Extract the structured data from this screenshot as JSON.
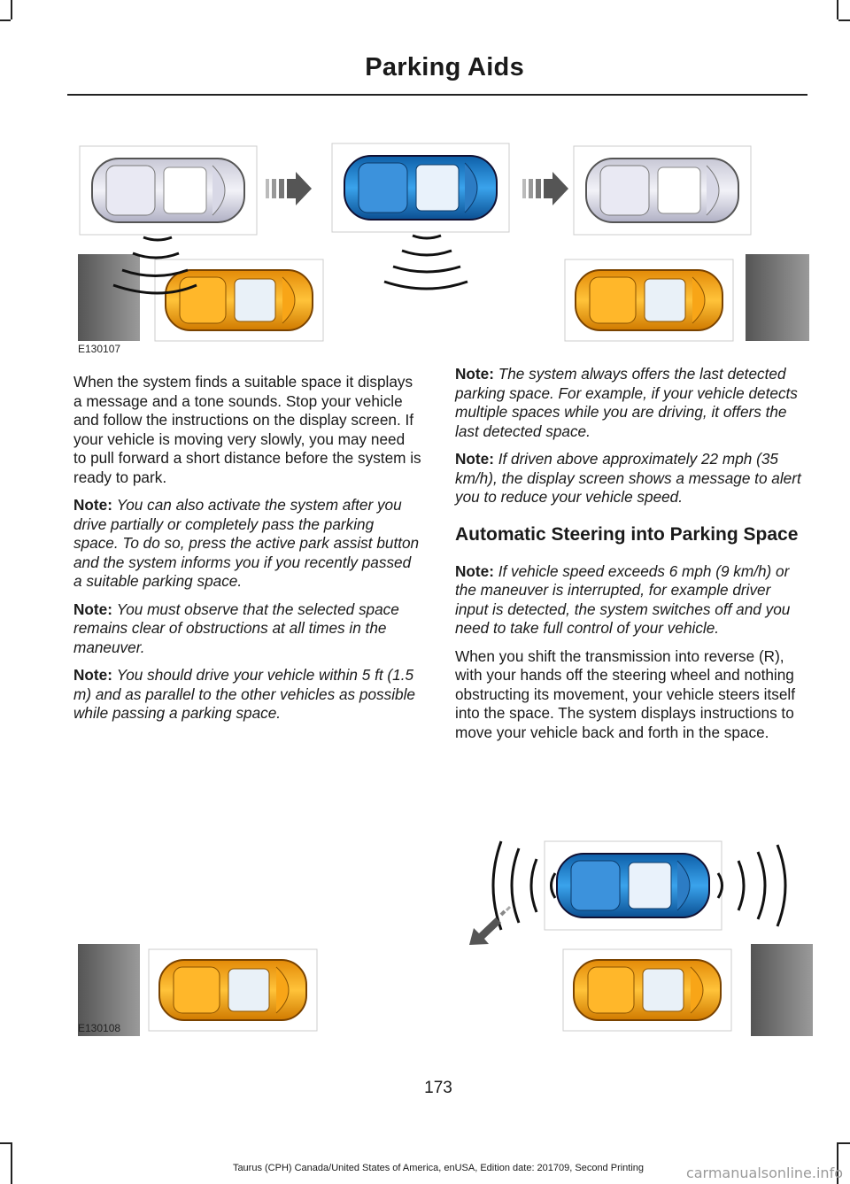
{
  "header": {
    "title": "Parking Aids"
  },
  "figures": [
    {
      "label": "E130107"
    },
    {
      "label": "E130108"
    }
  ],
  "colors": {
    "blue_car": "#1d86d4",
    "orange_car": "#f4a51c",
    "white_car": "#e6e6ee",
    "curb": "#6e6e6e"
  },
  "left_column": {
    "intro": "When the system finds a suitable space it displays a message and a tone sounds. Stop your vehicle and follow the instructions on the display screen. If your vehicle is moving very slowly, you may need to pull forward a short distance before the system is ready to park.",
    "notes": [
      {
        "label": "Note:",
        "text": "You can also activate the system after you drive partially or completely pass the parking space. To do so, press the active park assist button and the system informs you if you recently passed a suitable parking space."
      },
      {
        "label": "Note:",
        "text": "You must observe that the selected space remains clear of obstructions at all times in the maneuver."
      },
      {
        "label": "Note:",
        "text": "You should drive your vehicle within 5 ft (1.5 m) and as parallel to the other vehicles as possible while passing a parking space."
      }
    ]
  },
  "right_column": {
    "notes": [
      {
        "label": "Note:",
        "text": "The system always offers the last detected parking space. For example, if your vehicle detects multiple spaces while you are driving, it offers the last detected space."
      },
      {
        "label": "Note:",
        "text": "If driven above approximately 22 mph (35 km/h), the display screen shows a message to alert you to reduce your vehicle speed."
      }
    ],
    "heading": "Automatic Steering into Parking Space",
    "heading_note": {
      "label": "Note:",
      "text": "If vehicle speed exceeds 6 mph (9 km/h) or the maneuver is interrupted, for example driver input is detected, the system switches off and you need to take full control of your vehicle."
    },
    "body": "When you shift the transmission into reverse (R), with your hands off the steering wheel and nothing obstructing its movement, your vehicle steers itself into the space. The system displays instructions to move your vehicle back and forth in the space."
  },
  "page_number": "173",
  "footer": "Taurus (CPH) Canada/United States of America, enUSA, Edition date: 201709, Second Printing",
  "watermark": "carmanualsonline.info"
}
